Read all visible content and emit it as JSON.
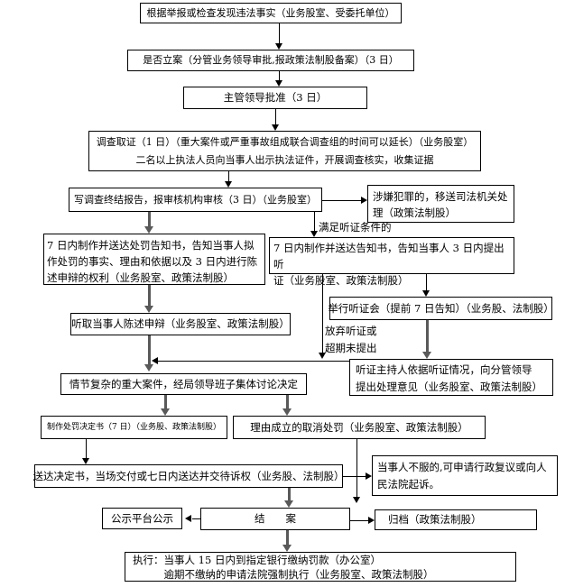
{
  "flow": {
    "nodes": {
      "discover": "根据举报或检查发现违法事实（业务股室、受委托单位）",
      "file_case": "是否立案（分管业务领导审批,报政策法制股备案）（3 日）",
      "leader_approve": "主管领导批准（3 日）",
      "investigate": "调查取证（1 日）（重大案件或严重事故组成联合调查组的时间可以延长）（业务股室）\n二名以上执法人员向当事人出示执法证件，开展调查核实，收集证据",
      "final_report": "写调查终结报告，报审核机构审核（3 日）（业务股室）",
      "transfer_judicial": "涉嫌犯罪的，移送司法机关处\n理（政策法制股）",
      "penalty_notice": "7 日内制作并送达处罚告知书，告知当事人拟\n作处罚的事实、理由和依据以及 3 日内进行陈\n述申辩的权利（业务股室、政策法制股）",
      "hearing_notice": "7 日内制作并送达告知书，告知当事人 3 日内提出听\n证（业务股室、政策法制股）",
      "listen_statement": "听取当事人陈述申辩（业务股室、政策法制股）",
      "hold_hearing": "举行听证会（提前 7 日告知）（业务股、法制股）",
      "collective_decision": "情节复杂的重大案件，经局领导班子集体讨论决定",
      "hearing_host": "听证主持人依据听证情况，向分管领导\n提出处理意见（业务股室、政策法制股）",
      "make_decision": "制作处罚决定书（7 日）（业务股、政策法制股）",
      "cancel_penalty": "理由成立的取消处罚（业务股室、政策法制股）",
      "deliver_decision": "送达决定书，当场交付或七日内送达并交待诉权（业务股、法制股）",
      "appeal": "当事人不服的,可申请行政复议或向人\n民法院起诉。",
      "publicity": "公示平台公示",
      "close_case": "结　　案",
      "archive": "归档（政策法制股）",
      "execute": "执行：当事人 15 日内到指定银行缴纳罚款（办公室）\n　　　逾期不缴纳的申请法院强制执行（业务股室、政策法制股）"
    },
    "labels": {
      "meet_hearing_condition": "满足听证条件的",
      "waive_hearing": "放弃听证或\n超期未提出"
    },
    "colors": {
      "line": "#000000",
      "thick_arrow": "#595959",
      "background": "#ffffff"
    }
  }
}
